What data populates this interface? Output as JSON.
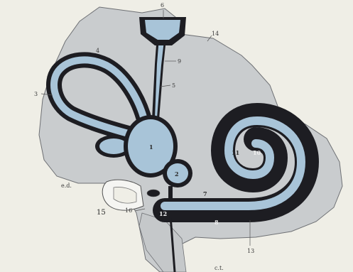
{
  "colors": {
    "paper": "#efeee6",
    "bone": "#c9ccce",
    "membrane": "#1d1d22",
    "fluid": "#a8c4d8",
    "lead": "#555555"
  },
  "labels": {
    "l6": "6",
    "l14": "14",
    "l4": "4",
    "l3": "3",
    "l5": "5",
    "l9": "9",
    "l1": "1",
    "l2": "2",
    "l11": "11",
    "l10": "10",
    "l7": "7",
    "l8": "8",
    "l12": "12",
    "l13": "13",
    "l15": "15",
    "l16": "16",
    "l_ed": "e.d.",
    "l_ct": "c.t."
  }
}
